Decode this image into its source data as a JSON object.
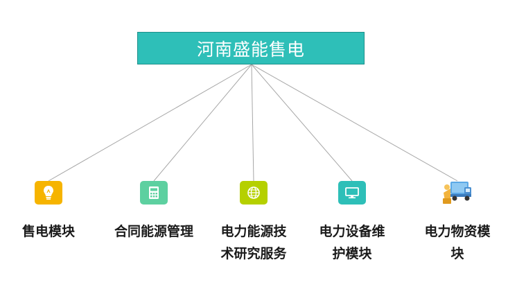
{
  "root": {
    "title": "河南盛能售电",
    "color": "#2ebfb8"
  },
  "children": [
    {
      "line1": "售电模块",
      "line2": "",
      "icon": "lightbulb-icon",
      "color": "#f6b400"
    },
    {
      "line1": "合同能源管理",
      "line2": "",
      "icon": "calculator-icon",
      "color": "#5dd0a0"
    },
    {
      "line1": "电力能源技",
      "line2": "术研究服务",
      "icon": "globe-icon",
      "color": "#b5d000"
    },
    {
      "line1": "电力设备维",
      "line2": "护模块",
      "icon": "monitor-icon",
      "color": "#2ebfb8"
    },
    {
      "line1": "电力物资模",
      "line2": "块",
      "icon": "delivery-truck-icon",
      "color": "#5aa8e6"
    }
  ],
  "connector_color": "#a6a6a6"
}
